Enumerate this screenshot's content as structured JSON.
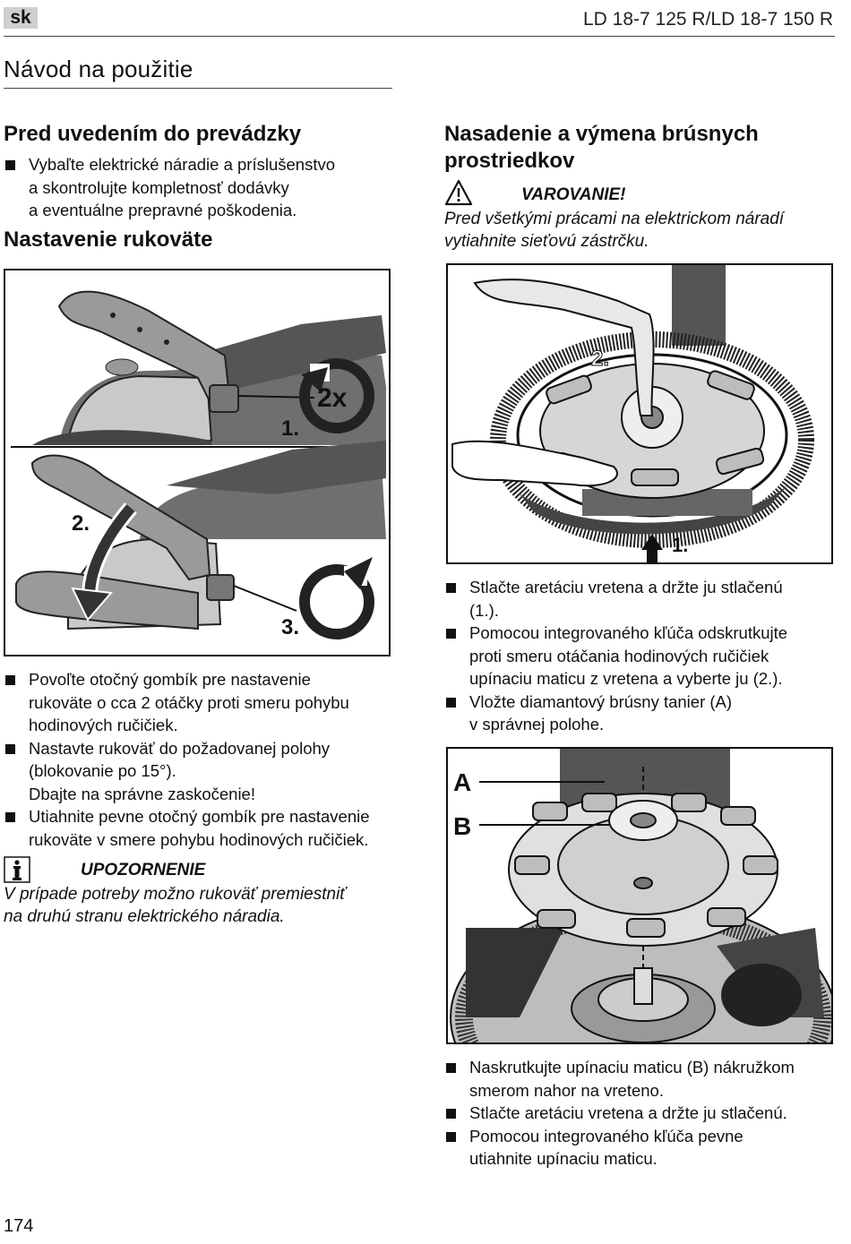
{
  "header": {
    "lang": "sk",
    "model": "LD 18-7 125 R/LD 18-7 150 R"
  },
  "page_title": "Návod na použitie",
  "left": {
    "section1_title": "Pred uvedením do prevádzky",
    "section1_bullet_lines": [
      "Vybaľte elektrické náradie a príslušenstvo",
      "a skontrolujte kompletnosť dodávky",
      "a eventuálne prepravné poškodenia."
    ],
    "section2_title": "Nastavenie rukoväte",
    "figure_labels": {
      "step1": "1.",
      "turns": "2x",
      "step2": "2.",
      "step3": "3."
    },
    "bullets": [
      {
        "lines": [
          "Povoľte otočný gombík pre nastavenie",
          "rukoväte o cca 2 otáčky proti smeru pohybu",
          "hodinových ručičiek."
        ]
      },
      {
        "lines": [
          "Nastavte rukoväť do požadovanej polohy",
          "(blokovanie po 15°).",
          "Dbajte na správne zaskočenie!"
        ]
      },
      {
        "lines": [
          "Utiahnite pevne otočný gombík pre nastavenie",
          "rukoväte v smere pohybu hodinových ručičiek."
        ]
      }
    ],
    "notice": {
      "title": "UPOZORNENIE",
      "lines": [
        "V prípade potreby možno rukoväť premiestniť",
        "na druhú stranu elektrického náradia."
      ]
    }
  },
  "right": {
    "section_title_lines": [
      "Nasadenie a výmena brúsnych",
      "prostriedkov"
    ],
    "warning": {
      "title": "VAROVANIE!",
      "lines": [
        "Pred všetkými prácami na elektrickom náradí",
        "vytiahnite sieťovú zástrčku."
      ]
    },
    "figure1_labels": {
      "step2": "2.",
      "step1": "1."
    },
    "bullets1": [
      {
        "lines": [
          "Stlačte aretáciu vretena a držte ju stlačenú",
          "(1.)."
        ],
        "bold_ref": "1."
      },
      {
        "lines": [
          "Pomocou integrovaného kľúča odskrutkujte",
          "proti smeru otáčania hodinových ručičiek",
          "upínaciu maticu z vretena a vyberte ju (2.)."
        ]
      },
      {
        "lines": [
          "Vložte diamantový brúsny tanier (A)",
          "v správnej polohe."
        ]
      }
    ],
    "figure2_labels": {
      "a": "A",
      "b": "B"
    },
    "bullets2": [
      {
        "lines": [
          "Naskrutkujte upínaciu maticu (B) nákružkom",
          "smerom nahor na vreteno."
        ]
      },
      {
        "lines": [
          "Stlačte aretáciu vretena a držte ju stlačenú."
        ]
      },
      {
        "lines": [
          "Pomocou integrovaného kľúča pevne",
          "utiahnite upínaciu maticu."
        ]
      }
    ]
  },
  "page_number": "174"
}
